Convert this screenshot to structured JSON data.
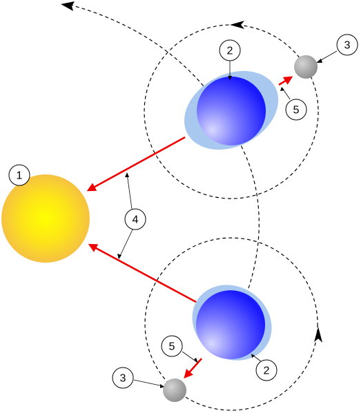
{
  "labels": {
    "sun": "1",
    "earth_top": "2",
    "earth_bottom": "2",
    "moon_top": "3",
    "moon_bottom": "3",
    "tide_force": "4",
    "moon_force_top": "5",
    "moon_force_bottom": "5"
  },
  "colors": {
    "sun_center": "#ffff00",
    "sun_edge": "#f5c242",
    "earth_center": "#c8c8ff",
    "earth_edge": "#1a1aff",
    "ocean_bulge": "#a8c8f0",
    "moon": "#999999",
    "gravity_arrow": "#ee0000",
    "orbit_line": "#000000"
  }
}
